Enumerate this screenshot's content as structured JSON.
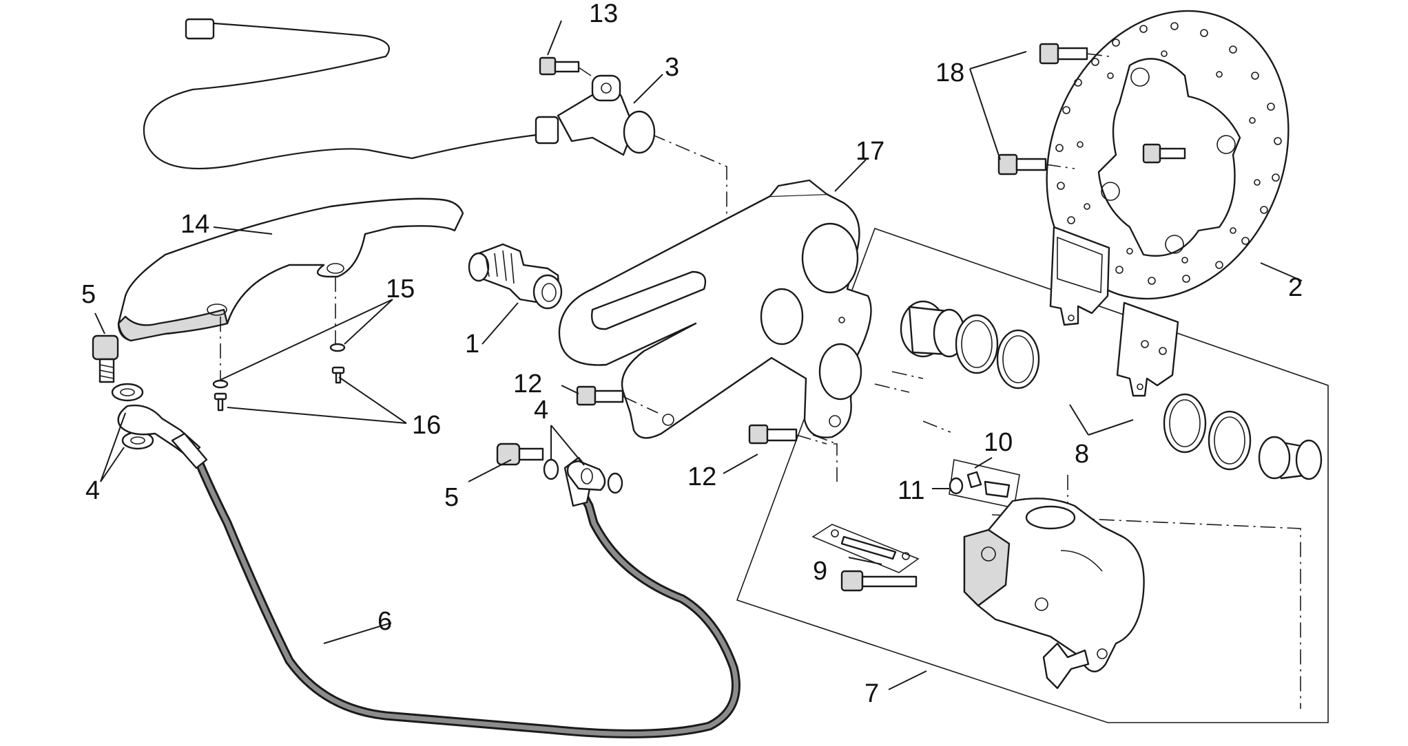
{
  "diagram": {
    "callouts": [
      {
        "id": "c1",
        "text": "1"
      },
      {
        "id": "c2",
        "text": "2"
      },
      {
        "id": "c3",
        "text": "3"
      },
      {
        "id": "c4a",
        "text": "4"
      },
      {
        "id": "c4b",
        "text": "4"
      },
      {
        "id": "c5a",
        "text": "5"
      },
      {
        "id": "c5b",
        "text": "5"
      },
      {
        "id": "c6",
        "text": "6"
      },
      {
        "id": "c7",
        "text": "7"
      },
      {
        "id": "c8",
        "text": "8"
      },
      {
        "id": "c9",
        "text": "9"
      },
      {
        "id": "c10",
        "text": "10"
      },
      {
        "id": "c11",
        "text": "11"
      },
      {
        "id": "c12a",
        "text": "12"
      },
      {
        "id": "c12b",
        "text": "12"
      },
      {
        "id": "c13",
        "text": "13"
      },
      {
        "id": "c14",
        "text": "14"
      },
      {
        "id": "c15",
        "text": "15"
      },
      {
        "id": "c16",
        "text": "16"
      },
      {
        "id": "c17",
        "text": "17"
      },
      {
        "id": "c18",
        "text": "18"
      }
    ]
  }
}
